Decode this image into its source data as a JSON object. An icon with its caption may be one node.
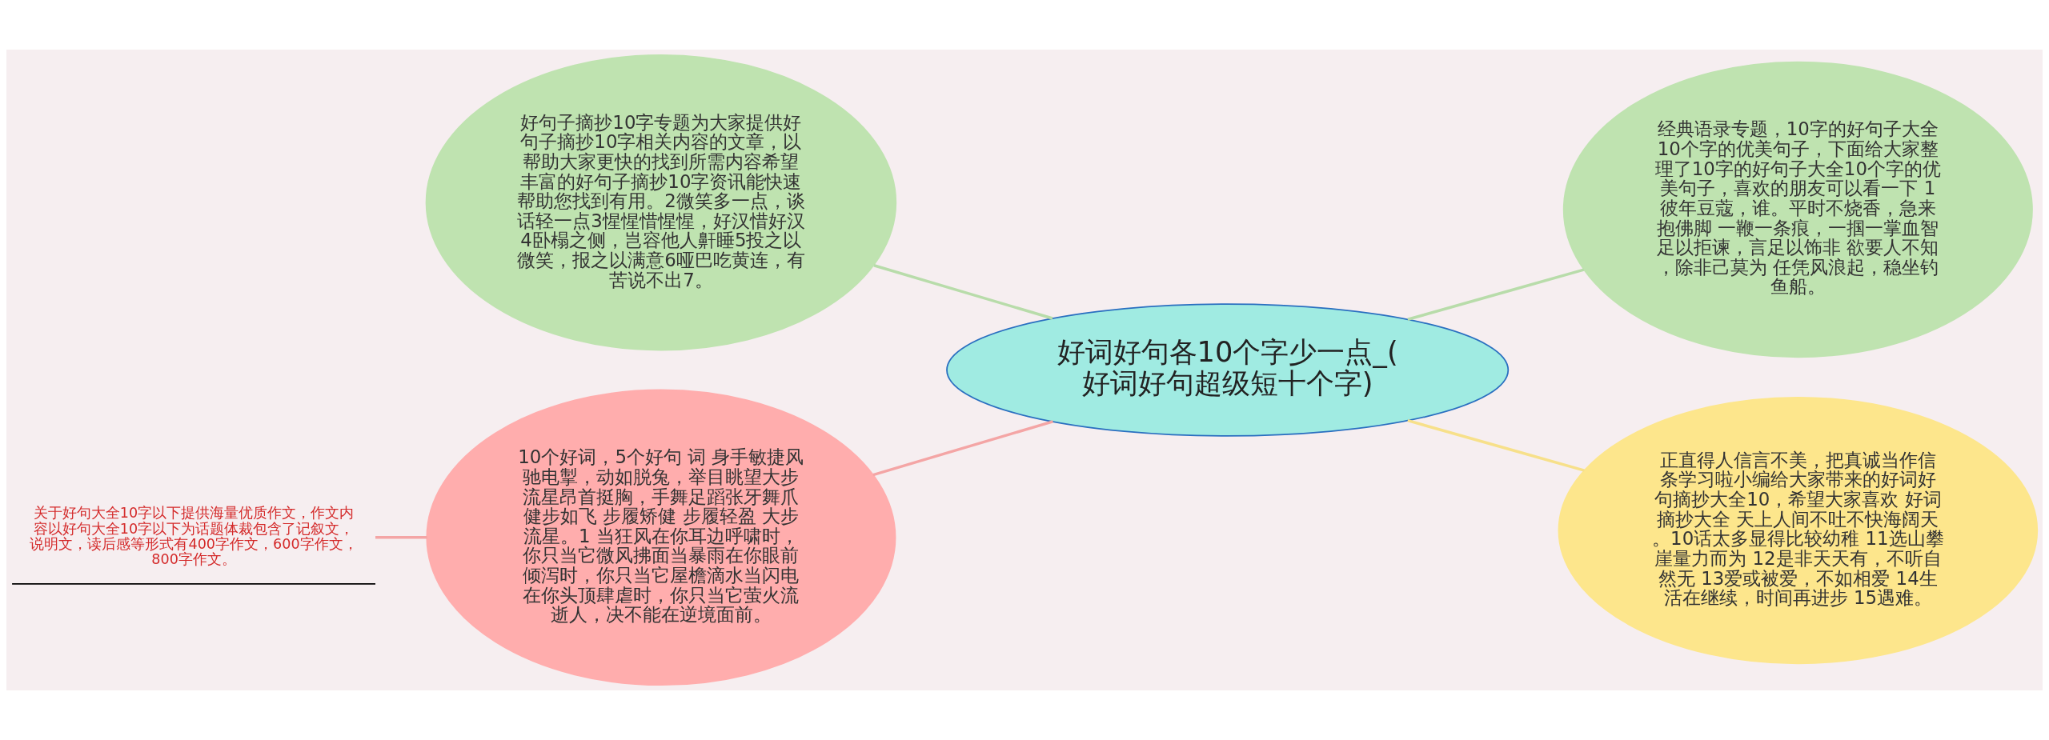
{
  "diagram": {
    "nodes": [
      {
        "text": [
          "好词好句各10个字少一点_(好词好句超级短十个字)"
        ]
      },
      {
        "text": [
          "好句子摘抄10字专题为大家提供好句子摘抄10字相关内容的文章，以帮助大家更快的找到所需内容希望丰富的好句子摘抄10字资讯能快速帮助您找到有用。2微笑多一点，谈话轻一点3惺惺惜惺惺，好汉惜好汉4卧榻之侧，岂容他人鼾睡5投之以微笑，报之以满意6哑巴吃黄连，有苦说不出7。"
        ]
      },
      {
        "text": [
          "10个好词，5个好句 词 身手敏捷风驰电掣，动如脱兔，举目眺望大步流星昂首挺胸，手舞足蹈张牙舞爪健步如飞 步履矫健 步履轻盈 大步流星。1 当狂风在你耳边呼啸时，你只当它微风拂面当暴雨在你眼前倾泻时，你只当它屋檐滴水当闪电在你头顶肆虐时，你只当它萤火流逝人，决不能在逆境面前。"
        ]
      },
      {
        "text": [
          "关于好句大全10字以下提供海量优质作文，作文内容以好句大全10字以下为话题体裁包含了记叙文，说明文，读后感等形式有400字作文，600字作文，800字作文。"
        ]
      },
      {
        "text": [
          "经典语录专题，10字的好句子大全10个字的优美句子，下面给大家整理了10字的好句子大全10个字的优美句子，喜欢的朋友可以看一下 1彼年豆蔻，谁。平时不烧香，急来抱佛脚 一鞭一条痕，一掴一掌血智足以拒谏，言足以饰非 欲要人不知，除非己莫为 任凭风浪起，稳坐钓鱼船。"
        ]
      },
      {
        "text": [
          "正直得人信言不美，把真诚当作信条学习啦小编给大家带来的好词好句摘抄大全10，希望大家喜欢 好词摘抄大全 天上人间不吐不快海阔天。10话太多显得比较幼稚 11选山攀崖量力而为 12是非天天有，不听自然无 13爱或被爱，不如相爱 14生活在继续，时间再进步 15遇难。"
        ]
      }
    ],
    "edges": [
      {
        "from": 1,
        "to": 0,
        "arrow": "none",
        "color": "#b8dcaa"
      },
      {
        "from": 2,
        "to": 0,
        "arrow": "none",
        "color": "#f4a5a5"
      },
      {
        "from": 3,
        "to": 2,
        "arrow": "none",
        "color": "#f4a5a5"
      },
      {
        "from": 0,
        "to": 4,
        "arrow": "none",
        "color": "#b8dcaa"
      },
      {
        "from": 0,
        "to": 5,
        "arrow": "none",
        "color": "#f7e08a"
      }
    ]
  }
}
